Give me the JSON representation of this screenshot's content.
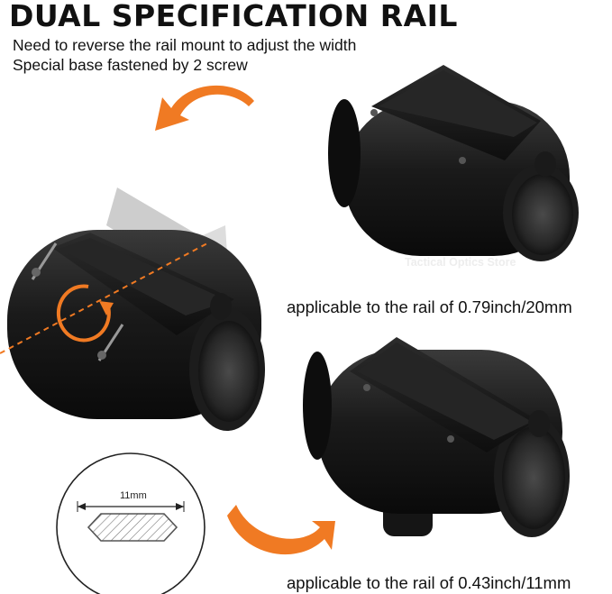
{
  "title": "DUAL SPECIFICATION RAIL",
  "subtitle_lines": [
    "Need to reverse the rail mount to adjust the width",
    "Special base fastened by 2 screw"
  ],
  "captions": {
    "top": "applicable to the rail of 0.79inch/20mm",
    "bottom": "applicable to the rail of 0.43inch/11mm"
  },
  "watermark": "Tactical Optics Store",
  "profile_width_label": "11mm",
  "colors": {
    "accent_orange": "#f07a23",
    "scope_black": "#161616",
    "background": "#ffffff"
  },
  "icons": [
    "curved-arrow-left-icon",
    "curved-arrow-right-icon",
    "rotate-icon"
  ]
}
